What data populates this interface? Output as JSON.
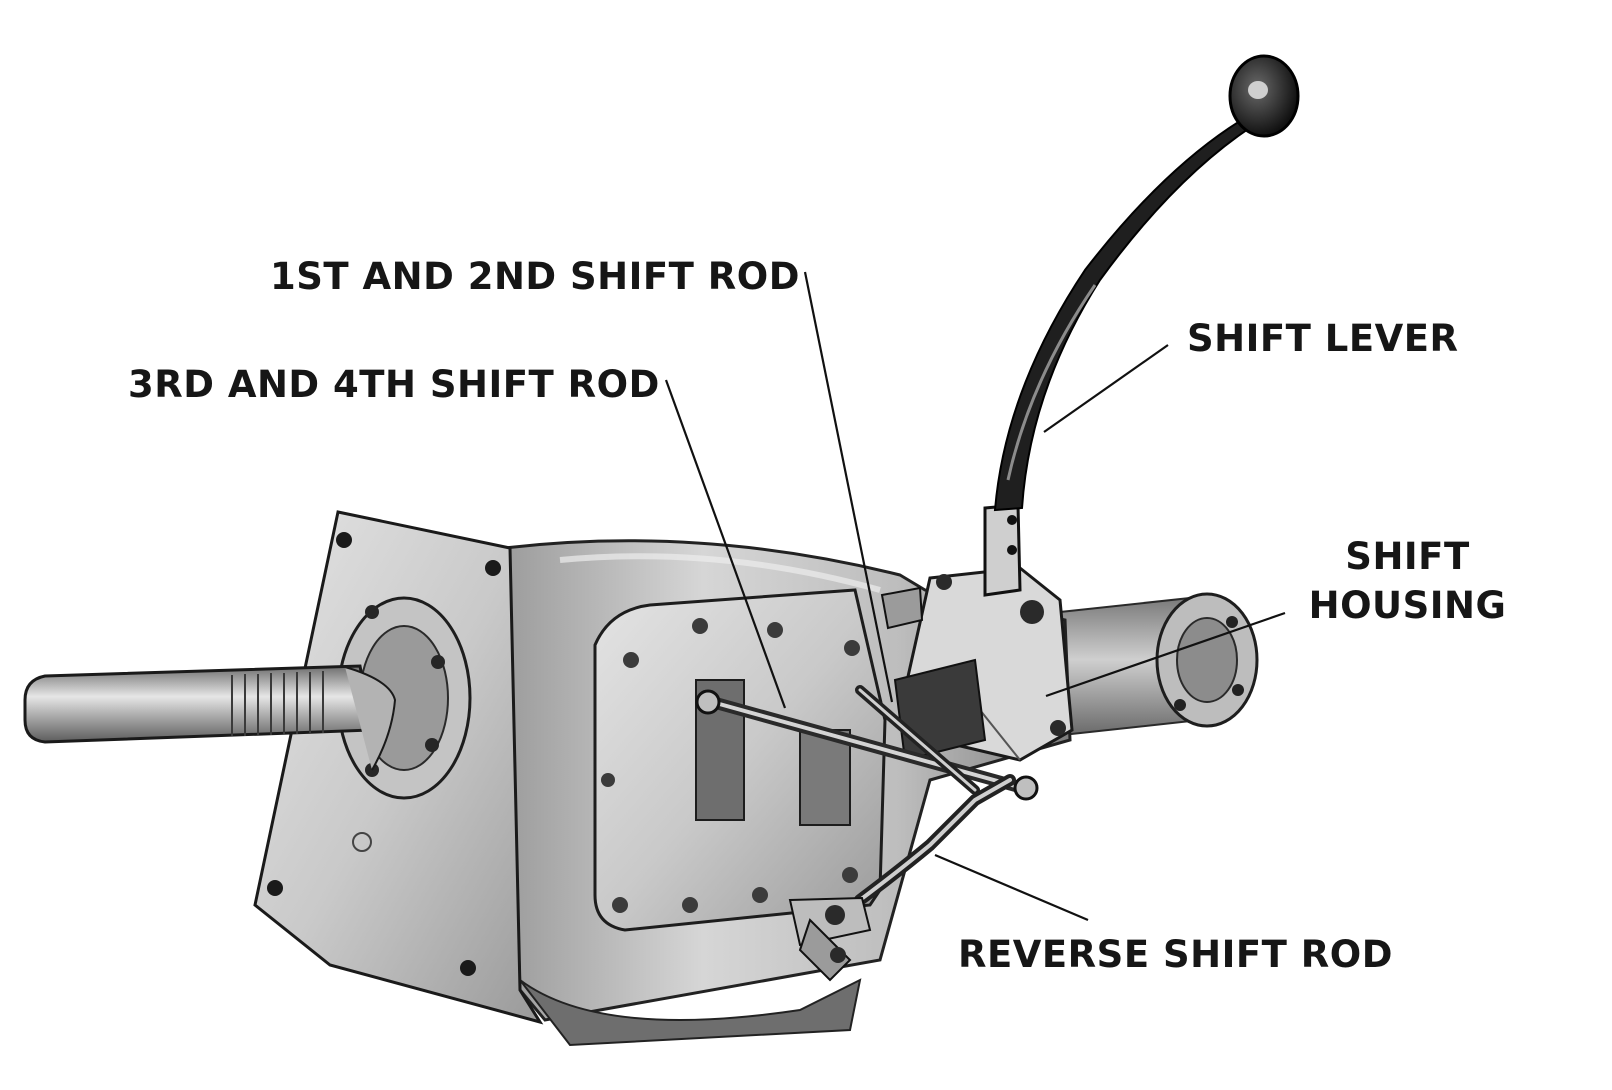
{
  "labels": {
    "first_second_rod": "1ST AND 2ND SHIFT ROD",
    "third_fourth_rod": "3RD AND 4TH SHIFT ROD",
    "shift_lever": "SHIFT LEVER",
    "shift_housing_line1": "SHIFT",
    "shift_housing_line2": "HOUSING",
    "reverse_rod": "REVERSE SHIFT ROD"
  },
  "colors": {
    "background": "#ffffff",
    "ink": "#161616",
    "metal_light": "#d8d8d8",
    "metal_mid": "#a9a9a9",
    "metal_dark": "#4a4a4a"
  }
}
